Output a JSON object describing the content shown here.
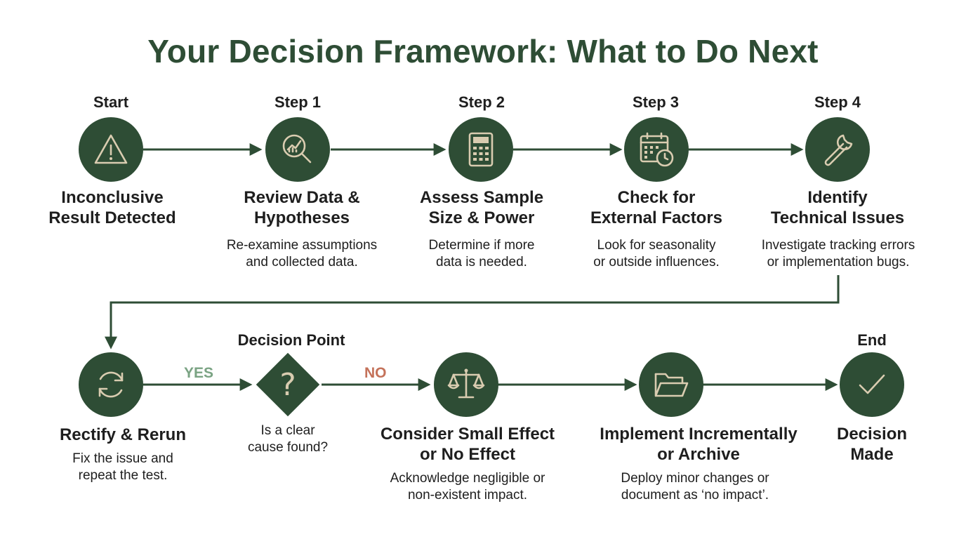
{
  "title": "Your Decision Framework: What to Do Next",
  "colors": {
    "primary": "#2e4d35",
    "icon": "#d9ccb0",
    "yes": "#7aa383",
    "no": "#c4725a"
  },
  "row1": [
    {
      "step": "Start",
      "title": "Inconclusive\nResult Detected",
      "desc": "",
      "icon": "warning-icon"
    },
    {
      "step": "Step 1",
      "title": "Review Data &\nHypotheses",
      "desc": "Re-examine assumptions\nand collected data.",
      "icon": "magnifier-chart-icon"
    },
    {
      "step": "Step 2",
      "title": "Assess Sample\nSize & Power",
      "desc": "Determine if more\ndata is needed.",
      "icon": "calculator-icon"
    },
    {
      "step": "Step 3",
      "title": "Check for\nExternal Factors",
      "desc": "Look for seasonality\nor outside influences.",
      "icon": "calendar-clock-icon"
    },
    {
      "step": "Step 4",
      "title": "Identify\nTechnical Issues",
      "desc": "Investigate tracking errors\nor implementation bugs.",
      "icon": "wrench-icon"
    }
  ],
  "row2": {
    "rectify": {
      "title": "Rectify & Rerun",
      "desc": "Fix the issue and\nrepeat the test.",
      "icon": "refresh-icon"
    },
    "decision": {
      "step": "Decision Point",
      "question": "Is a clear\ncause found?",
      "glyph": "?",
      "icon": "question-icon"
    },
    "small_effect": {
      "title": "Consider Small Effect\nor No Effect",
      "desc": "Acknowledge negligible or\nnon-existent impact.",
      "icon": "scale-icon"
    },
    "implement": {
      "title": "Implement Incrementally\nor Archive",
      "desc": "Deploy minor changes or\ndocument as ‘no impact’.",
      "icon": "folder-icon"
    },
    "end": {
      "step": "End",
      "title": "Decision\nMade",
      "icon": "checkmark-icon"
    }
  },
  "branches": {
    "yes": "YES",
    "no": "NO"
  }
}
